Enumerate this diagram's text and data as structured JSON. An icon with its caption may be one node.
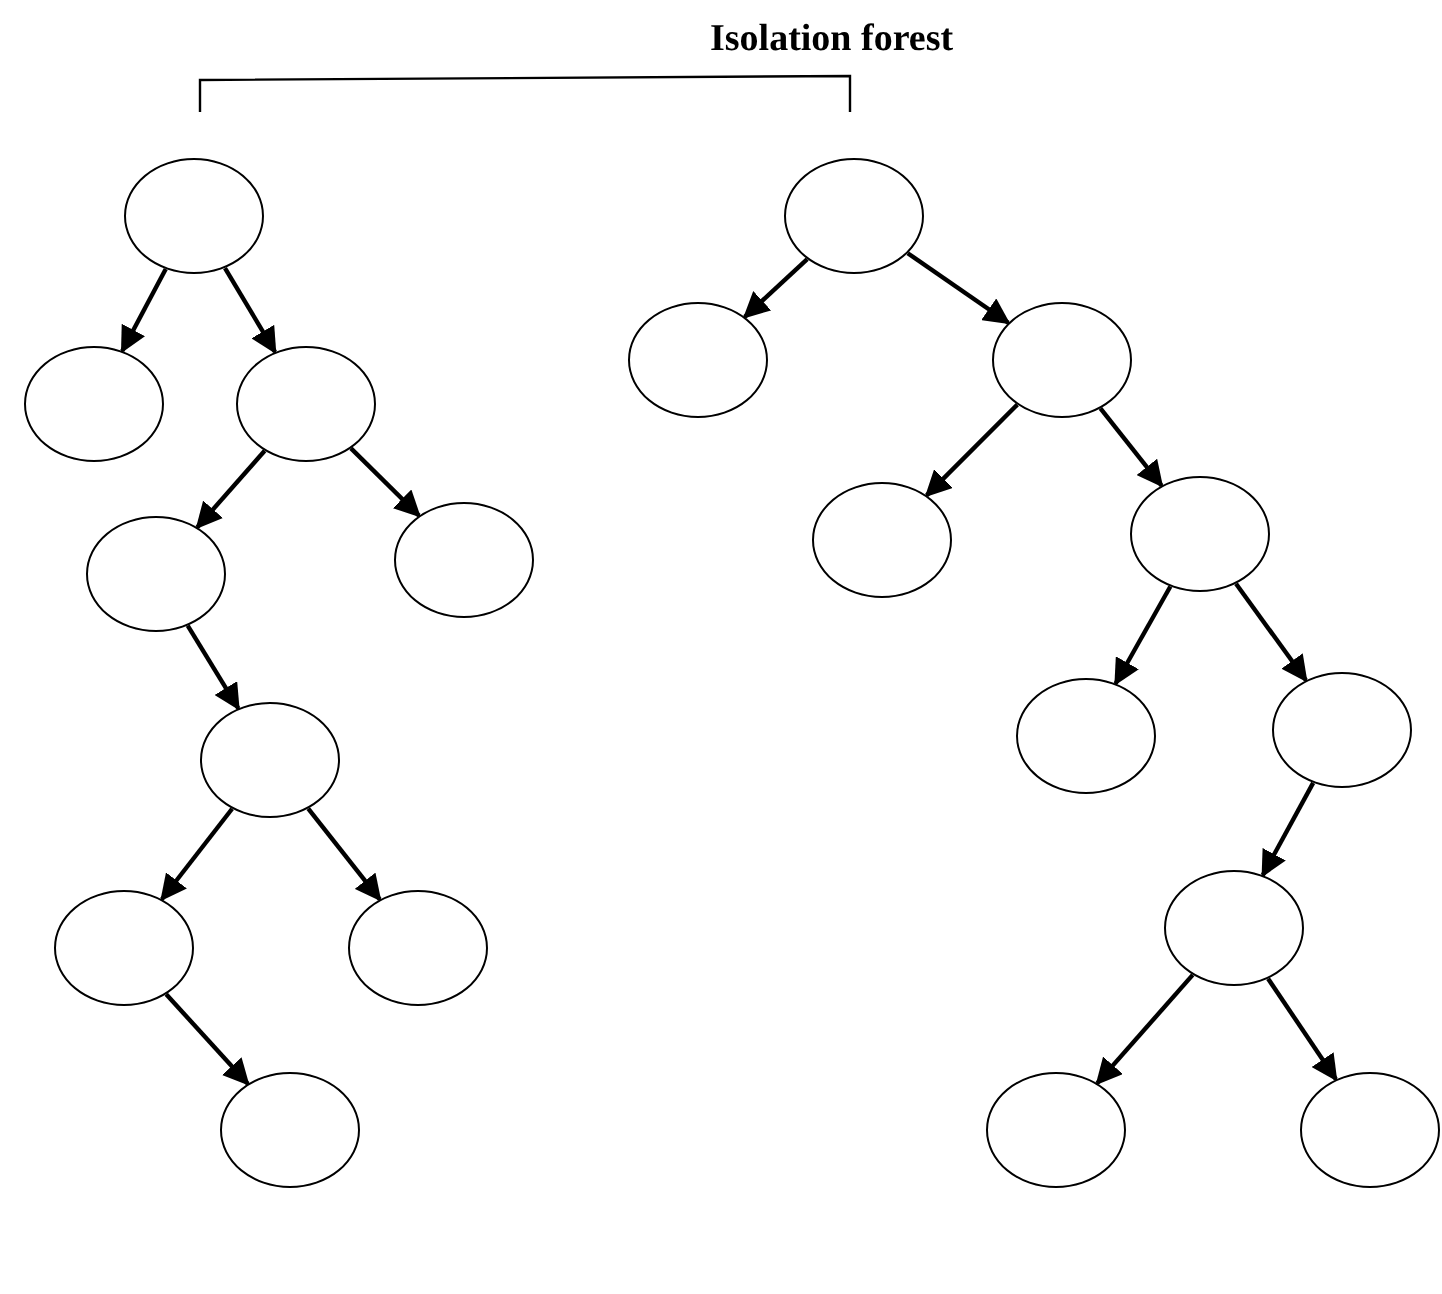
{
  "diagram": {
    "title": "Isolation forest",
    "nodes": [
      {
        "text": [],
        "shape": "ellipse"
      },
      {
        "text": [],
        "shape": "ellipse"
      },
      {
        "text": [],
        "shape": "ellipse"
      },
      {
        "text": [],
        "shape": "ellipse"
      },
      {
        "text": [],
        "shape": "ellipse"
      },
      {
        "text": [],
        "shape": "ellipse"
      },
      {
        "text": [],
        "shape": "ellipse"
      },
      {
        "text": [],
        "shape": "ellipse"
      },
      {
        "text": [],
        "shape": "ellipse"
      },
      {
        "text": [],
        "shape": "ellipse"
      },
      {
        "text": [],
        "shape": "ellipse"
      },
      {
        "text": [],
        "shape": "ellipse"
      },
      {
        "text": [],
        "shape": "ellipse"
      },
      {
        "text": [],
        "shape": "ellipse"
      },
      {
        "text": [],
        "shape": "ellipse"
      },
      {
        "text": [],
        "shape": "ellipse"
      },
      {
        "text": [],
        "shape": "ellipse"
      },
      {
        "text": [],
        "shape": "ellipse"
      },
      {
        "text": [],
        "shape": "ellipse"
      }
    ],
    "edges": [
      {
        "from": 0,
        "to": 1,
        "arrow": "to"
      },
      {
        "from": 0,
        "to": 2,
        "arrow": "to"
      },
      {
        "from": 2,
        "to": 3,
        "arrow": "to"
      },
      {
        "from": 2,
        "to": 4,
        "arrow": "to"
      },
      {
        "from": 3,
        "to": 5,
        "arrow": "to"
      },
      {
        "from": 5,
        "to": 6,
        "arrow": "to"
      },
      {
        "from": 5,
        "to": 7,
        "arrow": "to"
      },
      {
        "from": 6,
        "to": 8,
        "arrow": "to"
      },
      {
        "from": 9,
        "to": 10,
        "arrow": "to"
      },
      {
        "from": 9,
        "to": 11,
        "arrow": "to"
      },
      {
        "from": 11,
        "to": 12,
        "arrow": "to"
      },
      {
        "from": 11,
        "to": 13,
        "arrow": "to"
      },
      {
        "from": 13,
        "to": 14,
        "arrow": "to"
      },
      {
        "from": 13,
        "to": 15,
        "arrow": "to"
      },
      {
        "from": 15,
        "to": 16,
        "arrow": "to"
      },
      {
        "from": 16,
        "to": 17,
        "arrow": "to"
      },
      {
        "from": 16,
        "to": 18,
        "arrow": "to"
      }
    ]
  }
}
